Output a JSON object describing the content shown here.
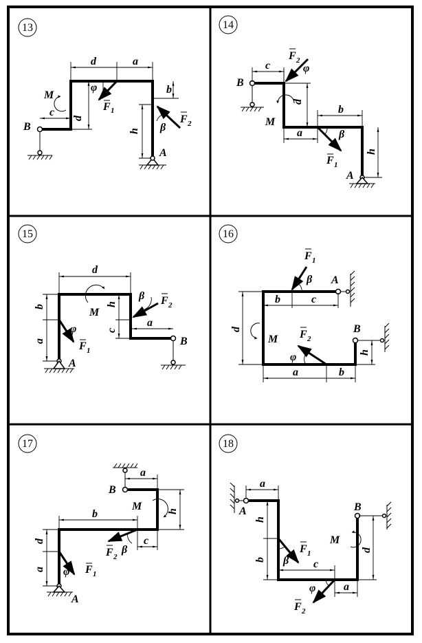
{
  "problems": [
    {
      "number": "13"
    },
    {
      "number": "14"
    },
    {
      "number": "15"
    },
    {
      "number": "16"
    },
    {
      "number": "17"
    },
    {
      "number": "18"
    }
  ],
  "labels": {
    "d": "d",
    "a": "a",
    "b": "b",
    "c": "c",
    "h": "h",
    "M": "M",
    "A": "A",
    "B": "B",
    "F": "F",
    "one": "1",
    "two": "2",
    "phi": "φ",
    "beta": "β"
  }
}
